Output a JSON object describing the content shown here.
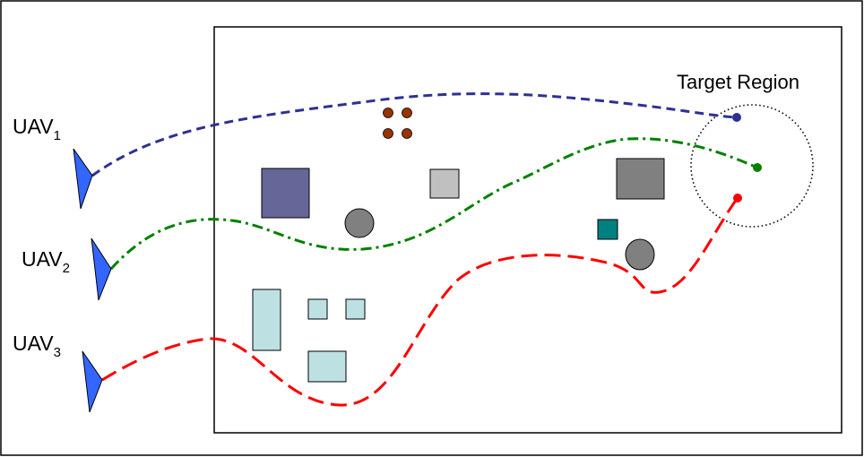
{
  "target_region": {
    "label": "Target Region"
  },
  "uavs": [
    {
      "name": "UAV",
      "index": "1",
      "path_color": "#2e3192",
      "path_style": "dashed"
    },
    {
      "name": "UAV",
      "index": "2",
      "path_color": "#008000",
      "path_style": "dash-dot"
    },
    {
      "name": "UAV",
      "index": "3",
      "path_color": "#ff0000",
      "path_style": "long-dashed"
    }
  ],
  "colors": {
    "uav_marker": "#3366ff",
    "obstacle_navy": "#666699",
    "obstacle_gray_light": "#c0c0c0",
    "obstacle_gray_dark": "#808080",
    "obstacle_teal": "#008080",
    "obstacle_light_cyan": "#bde1e3",
    "obstacle_brown": "#993300"
  }
}
